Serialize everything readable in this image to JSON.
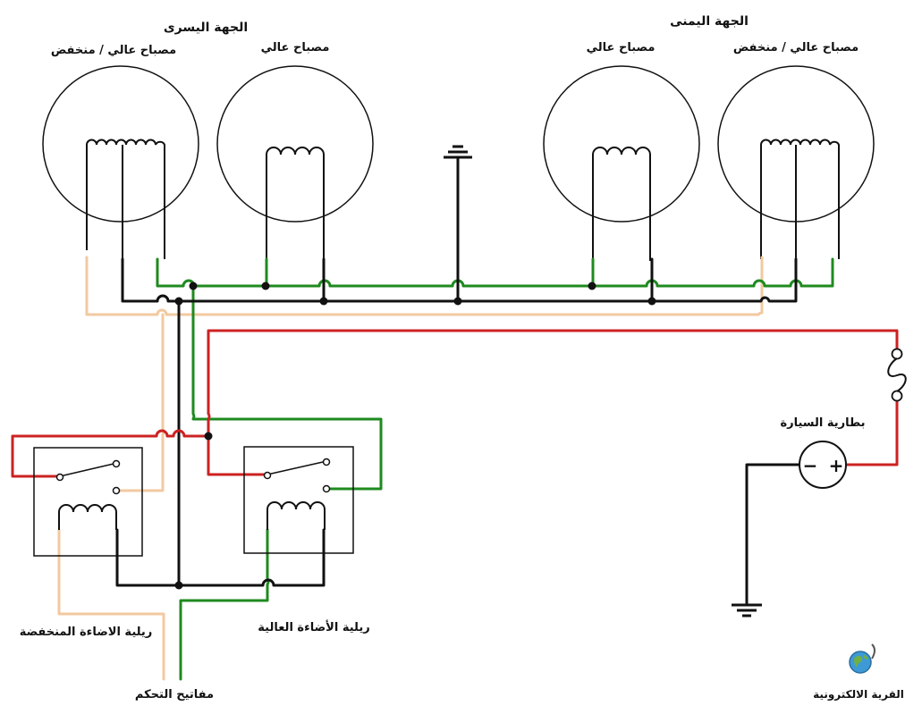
{
  "labels": {
    "left_side": "الجهة اليسرى",
    "right_side": "الجهة اليمنى",
    "lamp_high_low": "مصباح عالي / منخفض",
    "lamp_high": "مصباح عالي",
    "battery": "بطارية السيارة",
    "relay_low": "ريلية الاضاءة المنخفضة",
    "relay_high": "ريلية الأضاءة العالية",
    "control_switches": "مفاتيح التحكم",
    "battery_minus": "−",
    "battery_plus": "+",
    "logo_text": "القرية الالكترونية"
  },
  "colors": {
    "ground_wire": "#111111",
    "high_beam_wire": "#1f8a1f",
    "power_wire": "#cc2222",
    "low_beam_wire": "#f2c9a0"
  }
}
